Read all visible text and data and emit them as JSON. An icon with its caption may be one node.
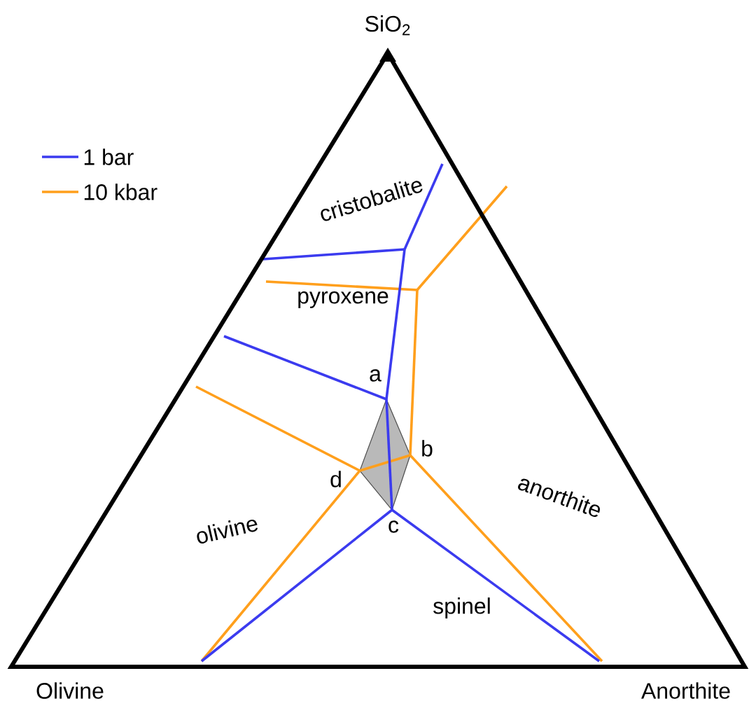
{
  "diagram": {
    "labels": [
      "SiO$_{2}$",
      "cristobalite",
      "pyroxene",
      "a",
      "b",
      "d",
      "anorthite",
      "olivine",
      "c",
      "spinel",
      "Olivine",
      "Anorthite"
    ],
    "legend": [
      {
        "text": "1 bar"
      },
      {
        "text": "10 kbar"
      }
    ]
  }
}
